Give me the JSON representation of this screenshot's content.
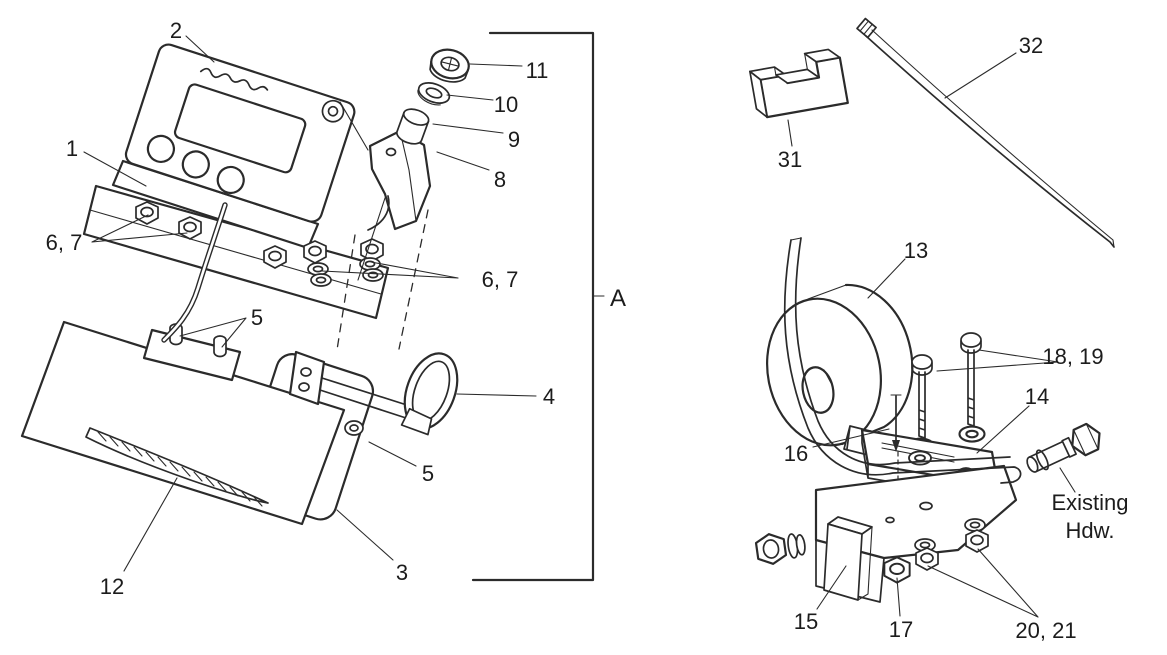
{
  "figure": {
    "type": "exploded-parts-diagram",
    "background_color": "#ffffff",
    "line_color": "#2b2b2b",
    "text_color": "#1c1c1c"
  },
  "icons": {
    "brand_logo": "illegible-script-logo"
  },
  "labels": {
    "p1": "1",
    "p2": "2",
    "p3": "3",
    "p4": "4",
    "p5": "5",
    "p6_7": "6, 7",
    "p8": "8",
    "p9": "9",
    "p10": "10",
    "p11": "11",
    "p12": "12",
    "p13": "13",
    "p14": "14",
    "p15": "15",
    "p16": "16",
    "p17": "17",
    "p18_19": "18, 19",
    "p20_21": "20, 21",
    "p31": "31",
    "p32": "32",
    "group_a": "A",
    "existing_hdw_line1": "Existing",
    "existing_hdw_line2": "Hdw."
  }
}
